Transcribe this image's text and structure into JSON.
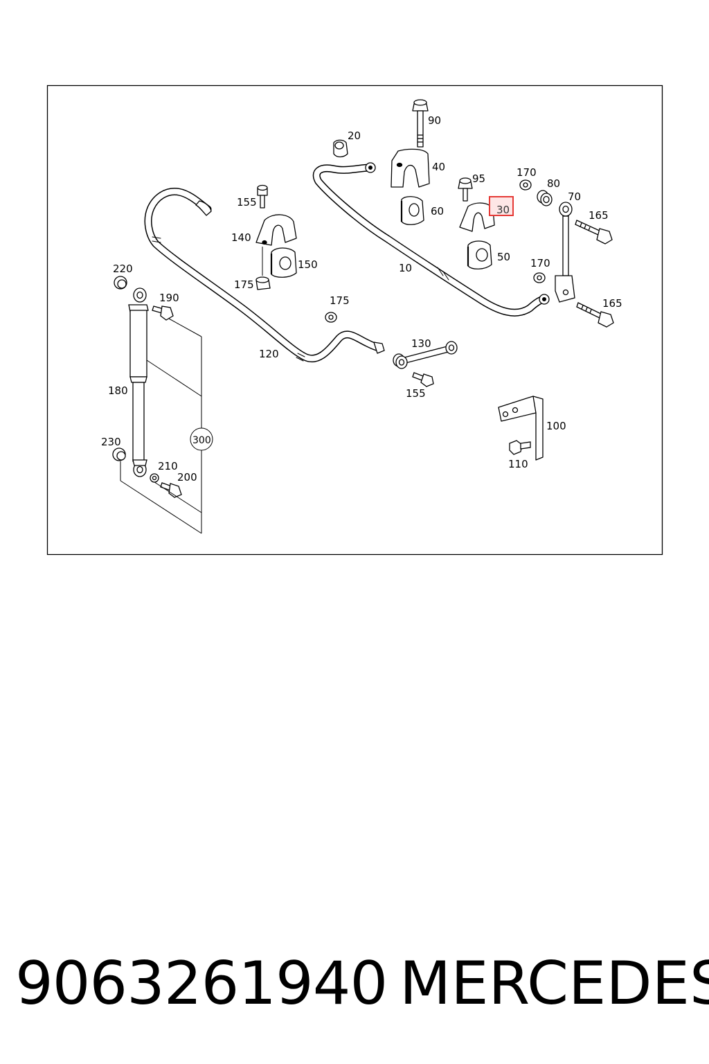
{
  "callouts": [
    {
      "id": "c90",
      "text": "90"
    },
    {
      "id": "c20",
      "text": "20"
    },
    {
      "id": "c40",
      "text": "40"
    },
    {
      "id": "c95",
      "text": "95"
    },
    {
      "id": "c170a",
      "text": "170"
    },
    {
      "id": "c80",
      "text": "80"
    },
    {
      "id": "c70",
      "text": "70"
    },
    {
      "id": "c30",
      "text": "30"
    },
    {
      "id": "c165a",
      "text": "165"
    },
    {
      "id": "c155a",
      "text": "155"
    },
    {
      "id": "c60",
      "text": "60"
    },
    {
      "id": "c140",
      "text": "140"
    },
    {
      "id": "c150",
      "text": "150"
    },
    {
      "id": "c50",
      "text": "50"
    },
    {
      "id": "c10",
      "text": "10"
    },
    {
      "id": "c170b",
      "text": "170"
    },
    {
      "id": "c220",
      "text": "220"
    },
    {
      "id": "c175a",
      "text": "175"
    },
    {
      "id": "c190",
      "text": "190"
    },
    {
      "id": "c175b",
      "text": "175"
    },
    {
      "id": "c165b",
      "text": "165"
    },
    {
      "id": "c130",
      "text": "130"
    },
    {
      "id": "c120",
      "text": "120"
    },
    {
      "id": "c155b",
      "text": "155"
    },
    {
      "id": "c180",
      "text": "180"
    },
    {
      "id": "c100",
      "text": "100"
    },
    {
      "id": "c300",
      "text": "300"
    },
    {
      "id": "c230",
      "text": "230"
    },
    {
      "id": "c110",
      "text": "110"
    },
    {
      "id": "c210",
      "text": "210"
    },
    {
      "id": "c200",
      "text": "200"
    }
  ],
  "highlighted_callout": "30",
  "highlight_color": "#e53935",
  "caption": {
    "part_number": "9063261940",
    "brand": "MERCEDES"
  }
}
